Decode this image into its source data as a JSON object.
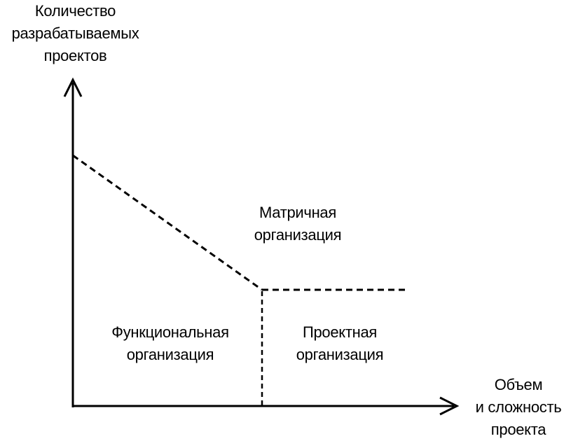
{
  "colors": {
    "background": "#ffffff",
    "ink": "#000000"
  },
  "axes": {
    "y_title_lines": [
      "Количество",
      "разрабатываемых",
      "проектов"
    ],
    "x_title_lines": [
      "Объем",
      "и сложность",
      "проекта"
    ]
  },
  "regions": {
    "matrix": [
      "Матричная",
      "организация"
    ],
    "functional": [
      "Функциональная",
      "организация"
    ],
    "project": [
      "Проектная",
      "организация"
    ]
  },
  "boundaries": {
    "style": "dashed",
    "lines": [
      "sloped boundary",
      "horizontal boundary",
      "vertical boundary"
    ]
  }
}
